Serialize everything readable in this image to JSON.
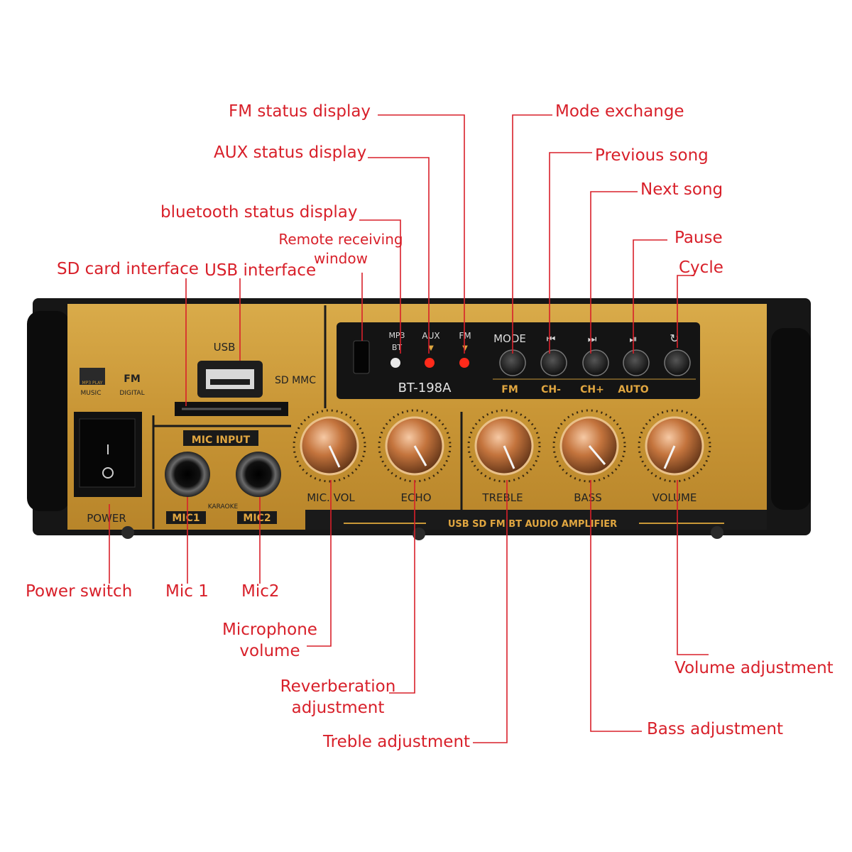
{
  "callouts": {
    "fm_status": "FM status display",
    "aux_status": "AUX status display",
    "bt_status": "bluetooth status display",
    "remote_window": "Remote receiving window",
    "sd_card": "SD card interface",
    "usb_iface": "USB interface",
    "mode_exchange": "Mode exchange",
    "previous_song": "Previous song",
    "next_song": "Next song",
    "pause": "Pause",
    "cycle": "Cycle",
    "power_switch": "Power switch",
    "mic1": "Mic 1",
    "mic2": "Mic2",
    "mic_volume": "Microphone volume",
    "reverb": "Reverberation adjustment",
    "treble": "Treble adjustment",
    "bass": "Bass adjustment",
    "volume": "Volume adjustment"
  },
  "panel": {
    "usb": "USB",
    "sd_mmc": "SD MMC",
    "mp3_play": "MP3 PLAY",
    "music": "MUSIC",
    "fm_logo": "FM",
    "digital": "DIGITAL",
    "power": "POWER",
    "mic_input": "MIC INPUT",
    "mic1": "MIC1",
    "mic2": "MIC2",
    "karaoke": "KARAOKE",
    "led_mp3": "MP3",
    "led_bt": "BT",
    "led_aux": "AUX",
    "led_fm": "FM",
    "mode": "MODE",
    "model": "BT-198A",
    "btn_fm": "FM",
    "btn_chminus": "CH-",
    "btn_chplus": "CH+",
    "btn_auto": "AUTO",
    "knob_mic_vol": "MIC. VOL",
    "knob_echo": "ECHO",
    "knob_treble": "TREBLE",
    "knob_bass": "BASS",
    "knob_volume": "VOLUME",
    "footer": "USB SD FM BT AUDIO AMPLIFIER"
  },
  "icons": [
    "prev-icon",
    "next-icon",
    "play-pause-icon",
    "repeat-icon"
  ],
  "colors": {
    "callout": "#d8202a",
    "panel_gold": "#c99838",
    "chassis": "#1a1a1a"
  }
}
